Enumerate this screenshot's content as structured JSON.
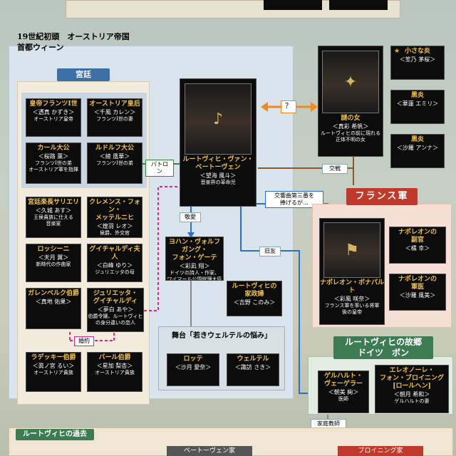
{
  "chart_data": {
    "type": "table",
    "regions": {
      "vienna": "19世紀初頭　オーストリア帝国\n首都ウィーン",
      "court": "宮廷",
      "france": "フランス軍",
      "hometown": "ルートヴィヒの故郷\nドイツ　ボン",
      "stage": "舞台「若きウェルテルの悩み」",
      "past": "ルートヴィヒの過去",
      "beethoven_family": "ベートーヴェン家",
      "breuning_family": "ブロイニング家"
    },
    "main": {
      "name": "ルートヴィヒ・ヴァン・\nベートーヴェン",
      "actor": "＜望海 風斗＞",
      "desc": "音楽界の革命児"
    },
    "mystery": {
      "name": "謎の女",
      "actor": "＜真彩 希帆＞",
      "desc": "ルートヴィヒの前に現れる\n正体不明の女"
    },
    "court_cards": [
      {
        "name": "皇帝フランツⅠ世",
        "actor": "＜透真 かずき＞",
        "desc": "オーストリア皇帝"
      },
      {
        "name": "オーストリア皇后",
        "actor": "＜千風 カレン＞",
        "desc": "フランツⅠ世の妻"
      },
      {
        "name": "カール大公",
        "actor": "＜桜路 薫＞",
        "desc": "フランツⅠ世の弟\nオーストリア軍を指揮"
      },
      {
        "name": "ルドルフ大公",
        "actor": "＜綾 凰華＞",
        "desc": "フランツⅠ世の弟"
      },
      {
        "name": "宮廷楽長サリエリ",
        "actor": "＜久城 あす＞",
        "desc": "王侯貴族に仕える\n音楽家"
      },
      {
        "name": "クレメンス・フォン・\nメッテルニヒ",
        "actor": "＜煌羽 レオ＞",
        "desc": "侯爵、外交官"
      },
      {
        "name": "ロッシーニ",
        "actor": "＜天月 翼＞",
        "desc": "新時代の作曲家"
      },
      {
        "name": "グイチャルディ夫人",
        "actor": "＜白峰 ゆり＞",
        "desc": "ジュリエッタの母"
      },
      {
        "name": "ガレンベルク伯爵",
        "actor": "＜真地 佑果＞",
        "desc": ""
      },
      {
        "name": "ジュリエッタ・\nグイチャルディ",
        "actor": "＜夢白 あや＞",
        "desc": "伯爵令嬢、ルートヴィヒ\nの身分違いの恋人"
      },
      {
        "name": "ラデッキー伯爵",
        "actor": "＜眞ノ宮 るい＞",
        "desc": "オーストリア貴族"
      },
      {
        "name": "バール伯爵",
        "actor": "＜星加 梨杏＞",
        "desc": "オーストリア貴族"
      }
    ],
    "goethe": {
      "name": "ヨハン・ヴォルフガング・\nフォン・ゲーテ",
      "actor": "＜彩凪 翔＞",
      "desc": "ドイツの詩人・作家、\nワイマール公国総理大臣"
    },
    "housekeeper": {
      "name": "ルートヴィヒの\n家政婦",
      "actor": "＜吉野 このみ＞"
    },
    "stage_cards": [
      {
        "name": "ロッテ",
        "actor": "＜沙月 愛奈＞"
      },
      {
        "name": "ウェルテル",
        "actor": "＜諏訪 さき＞"
      }
    ],
    "flames": [
      {
        "name": "小さな炎",
        "actor": "＜笙乃 茅桜＞"
      },
      {
        "name": "黒炎",
        "actor": "＜華蓮 エミリ＞"
      },
      {
        "name": "黒炎",
        "actor": "＜沙羅 アンナ＞"
      }
    ],
    "napoleon": {
      "name": "ナポレオン・ボナパルト",
      "actor": "＜彩風 咲奈＞",
      "desc": "フランス軍を率いる将軍\n後の皇帝"
    },
    "napoleon_side": [
      {
        "name": "ナポレオンの\n副官",
        "actor": "＜橘 幸＞"
      },
      {
        "name": "ナポレオンの\n軍医",
        "actor": "＜沙羅 風美＞"
      }
    ],
    "hometown_cards": [
      {
        "name": "ゲルハルト・\nヴェーゲラー",
        "actor": "＜朝美 絢＞",
        "desc": "医師"
      },
      {
        "name": "エレオノーレ・\nフォン・ブロイニング\n[ロールヘン]",
        "actor": "＜朝月 希和＞",
        "desc": "ゲルハルトの妻"
      }
    ],
    "relations": {
      "patron": "パトロン",
      "respect": "敬愛",
      "friend": "旧友",
      "battle": "交戦",
      "symphony": "交響曲第三番を\n捧げるが…",
      "engaged": "婚約",
      "tutor": "家庭教師",
      "unknown": "？"
    }
  }
}
